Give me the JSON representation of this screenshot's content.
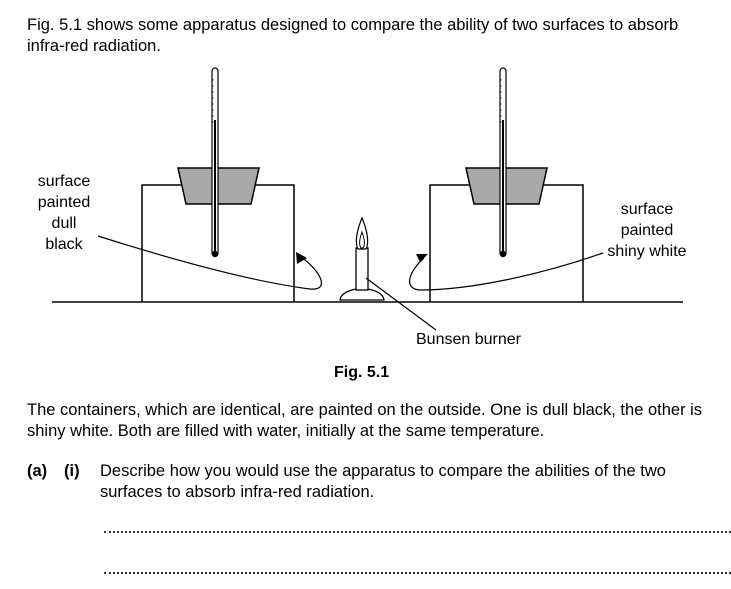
{
  "intro": {
    "line1": "Fig. 5.1 shows some apparatus designed to compare the ability of two surfaces to absorb",
    "line2": "infra-red radiation."
  },
  "figure": {
    "label_left": [
      "surface",
      "painted",
      "dull",
      "black"
    ],
    "label_right": [
      "surface",
      "painted",
      "shiny white"
    ],
    "label_burner": "Bunsen burner",
    "caption": "Fig. 5.1"
  },
  "body": {
    "line1": "The containers, which are identical, are painted on the outside. One is dull black, the other is",
    "line2": "shiny white. Both are filled with water, initially at the same temperature."
  },
  "question": {
    "part": "(a)",
    "subpart": "(i)",
    "line1": "Describe how you would use the apparatus to compare the abilities of the two",
    "line2": "surfaces to absorb infra-red radiation."
  }
}
